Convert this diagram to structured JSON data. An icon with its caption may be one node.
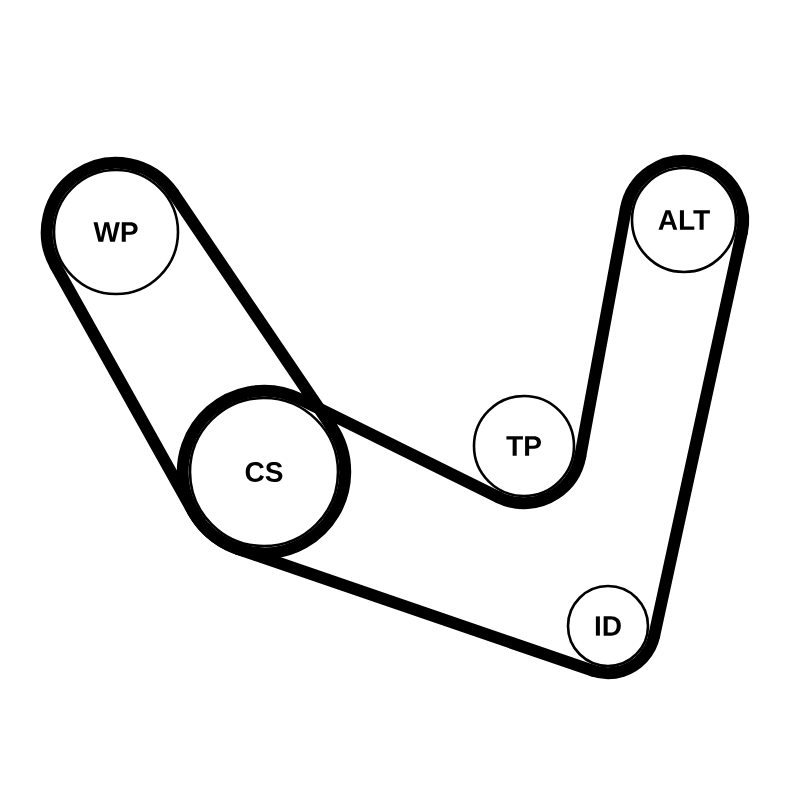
{
  "diagram": {
    "nodes": [
      {
        "text": [
          "WP"
        ]
      },
      {
        "text": [
          "ALT"
        ]
      },
      {
        "text": [
          "CS"
        ]
      },
      {
        "text": [
          "TP"
        ]
      },
      {
        "text": [
          "ID"
        ]
      }
    ],
    "edges": [
      {
        "from": 0,
        "to": 2,
        "arrow": "none"
      },
      {
        "from": 2,
        "to": 0,
        "arrow": "none"
      },
      {
        "from": 2,
        "to": 3,
        "arrow": "none"
      },
      {
        "from": 3,
        "to": 1,
        "arrow": "none"
      },
      {
        "from": 1,
        "to": 4,
        "arrow": "none"
      },
      {
        "from": 4,
        "to": 2,
        "arrow": "none"
      }
    ]
  }
}
